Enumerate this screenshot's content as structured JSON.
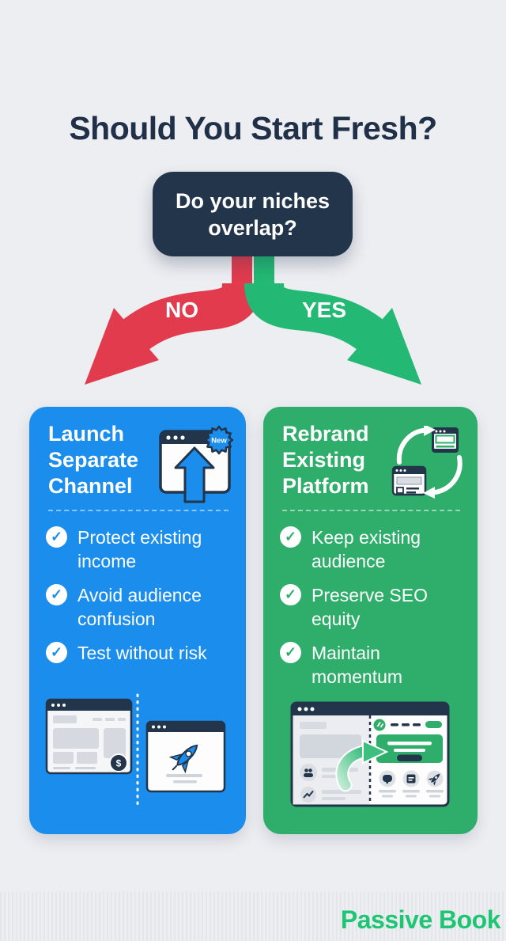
{
  "title": "Should You Start Fresh?",
  "decision": {
    "question": "Do your niches overlap?",
    "no_label": "NO",
    "yes_label": "YES"
  },
  "cards": [
    {
      "title": "Launch Separate Channel",
      "badge": "New",
      "accent": "#1B8DEC",
      "items": [
        "Protect existing income",
        "Avoid audience confusion",
        "Test without risk"
      ]
    },
    {
      "title": "Rebrand Existing Platform",
      "accent": "#2FAE6B",
      "items": [
        "Keep existing audience",
        "Preserve SEO equity",
        "Maintain momentum"
      ]
    }
  ],
  "icons": {
    "check": "✓",
    "money": "$"
  },
  "footer": {
    "brand": "Passive Book",
    "color": "#1EC573"
  },
  "colors": {
    "background": "#EDEEF2",
    "navy": "#22354A",
    "red": "#E23B4E",
    "blue": "#1B8DEC",
    "green": "#2FAE6B",
    "arrow_green": "#23B873",
    "title_text": "#203049"
  }
}
